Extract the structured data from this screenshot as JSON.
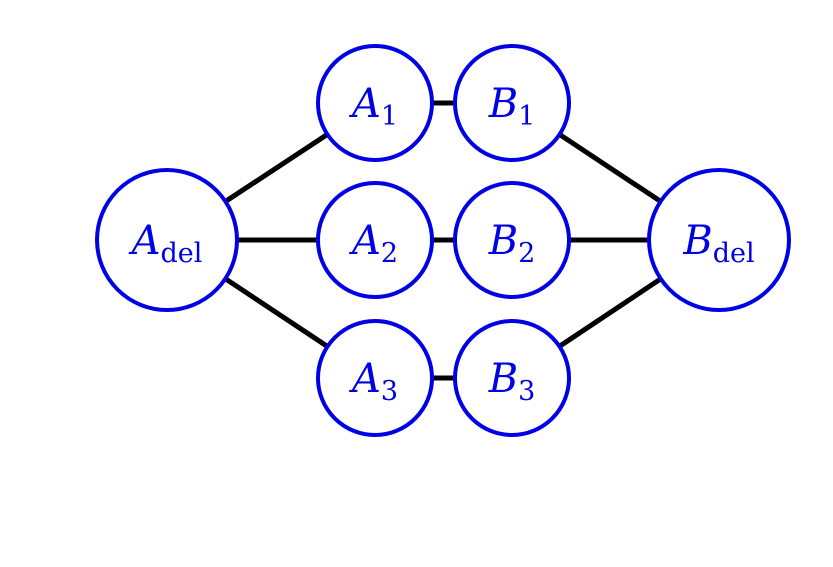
{
  "diagram": {
    "colors": {
      "node_stroke": "#0000e6",
      "node_text": "#0000e6",
      "edge": "#000000",
      "background": "#ffffff"
    },
    "nodes": [
      {
        "id": "A_del",
        "main": "A",
        "sub": "del"
      },
      {
        "id": "A_1",
        "main": "A",
        "sub": "1"
      },
      {
        "id": "A_2",
        "main": "A",
        "sub": "2"
      },
      {
        "id": "A_3",
        "main": "A",
        "sub": "3"
      },
      {
        "id": "B_1",
        "main": "B",
        "sub": "1"
      },
      {
        "id": "B_2",
        "main": "B",
        "sub": "2"
      },
      {
        "id": "B_3",
        "main": "B",
        "sub": "3"
      },
      {
        "id": "B_del",
        "main": "B",
        "sub": "del"
      }
    ],
    "edges": [
      {
        "from": "A_del",
        "to": "A_1"
      },
      {
        "from": "A_del",
        "to": "A_2"
      },
      {
        "from": "A_del",
        "to": "A_3"
      },
      {
        "from": "A_1",
        "to": "B_1"
      },
      {
        "from": "A_2",
        "to": "B_2"
      },
      {
        "from": "A_3",
        "to": "B_3"
      },
      {
        "from": "B_1",
        "to": "B_del"
      },
      {
        "from": "B_2",
        "to": "B_del"
      },
      {
        "from": "B_3",
        "to": "B_del"
      }
    ]
  }
}
